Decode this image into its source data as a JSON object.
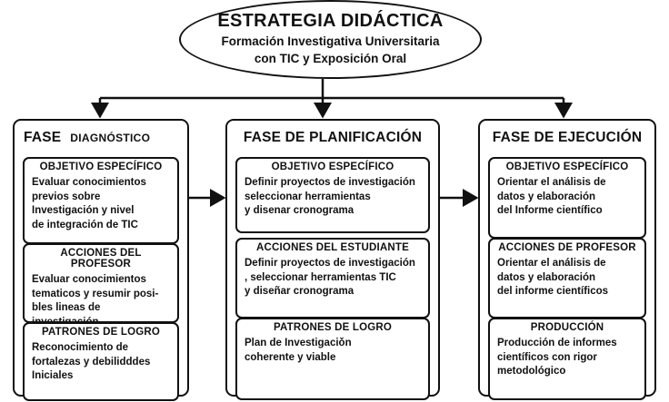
{
  "header": {
    "title": "ESTRATEGIA DIDÁCTICA",
    "subtitle_line1": "Formación Investigativa Universitaria",
    "subtitle_line2": "con TIC y Exposición Oral"
  },
  "phases": [
    {
      "title": "FASE",
      "title_extra": "DIAGNÓSTICO",
      "boxes": [
        {
          "heading": "OBJETIVO ESPECÍFICO",
          "body": "Evaluar conocimientos\nprevios sobre\nInvestigación y nivel\nde integración de TIC"
        },
        {
          "heading": "ACCIONES DEL PROFESOR",
          "body": "Evaluar conocimientos\ntematicos y resumir posi-\nbles lineas de investigación"
        },
        {
          "heading": "PATRONES DE LOGRO",
          "body": "Reconocimiento de\nfortalezas y debilidddes\nIniciales"
        }
      ]
    },
    {
      "title": "FASE DE PLANIFICACIÓN",
      "title_extra": "",
      "boxes": [
        {
          "heading": "OBJETIVO ESPECÍFICO",
          "body": "Definir proyectos de investigación\nseleccionar herramientas\ny disenar cronograma"
        },
        {
          "heading": "ACCIONES DEL ESTUDIANTE",
          "body": "Definir proyectos de investigación\n, seleccionar herramientas TIC\ny diseñar cronograma"
        },
        {
          "heading": "PATRONES DE LOGRO",
          "body": "Plan de Investigaciǒn\ncoherente y viable"
        }
      ]
    },
    {
      "title": "FASE DE EJECUCIÓN",
      "title_extra": "",
      "boxes": [
        {
          "heading": "OBJETIVO ESPECÍFICO",
          "body": "Orientar el análisis de\ndatos y elaboración\ndel Informe científico"
        },
        {
          "heading": "ACCIONES DE PROFESOR",
          "body": "Orientar el análisis de\ndatos y elaboración\ndel informe científicos"
        },
        {
          "heading": "PRODUCCIÓN",
          "body": "Producción de informes\ncientíficos con rigor\nmetodológico"
        }
      ]
    }
  ]
}
